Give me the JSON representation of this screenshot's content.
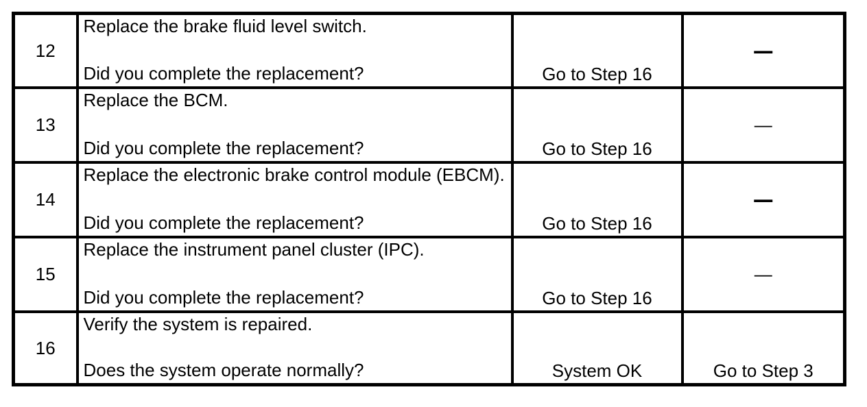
{
  "colors": {
    "background": "#ffffff",
    "border": "#000000",
    "text": "#000000"
  },
  "table": {
    "description": "diagnostic step table",
    "rows": [
      {
        "step": "12",
        "action": "Replace the brake fluid level switch.",
        "question": "Did you complete the replacement?",
        "yes": "Go to Step 16",
        "no": "—"
      },
      {
        "step": "13",
        "action": "Replace the BCM.",
        "question": "Did you complete the replacement?",
        "yes": "Go to Step 16",
        "no": "—"
      },
      {
        "step": "14",
        "action": "Replace the electronic brake control module (EBCM).",
        "question": "Did you complete the replacement?",
        "yes": "Go to Step 16",
        "no": "—"
      },
      {
        "step": "15",
        "action": "Replace the instrument panel cluster (IPC).",
        "question": "Did you complete the replacement?",
        "yes": "Go to Step 16",
        "no": "—"
      },
      {
        "step": "16",
        "action": "Verify the system is repaired.",
        "question": "Does the system operate normally?",
        "yes": "System OK",
        "no": "Go to Step 3"
      }
    ]
  }
}
